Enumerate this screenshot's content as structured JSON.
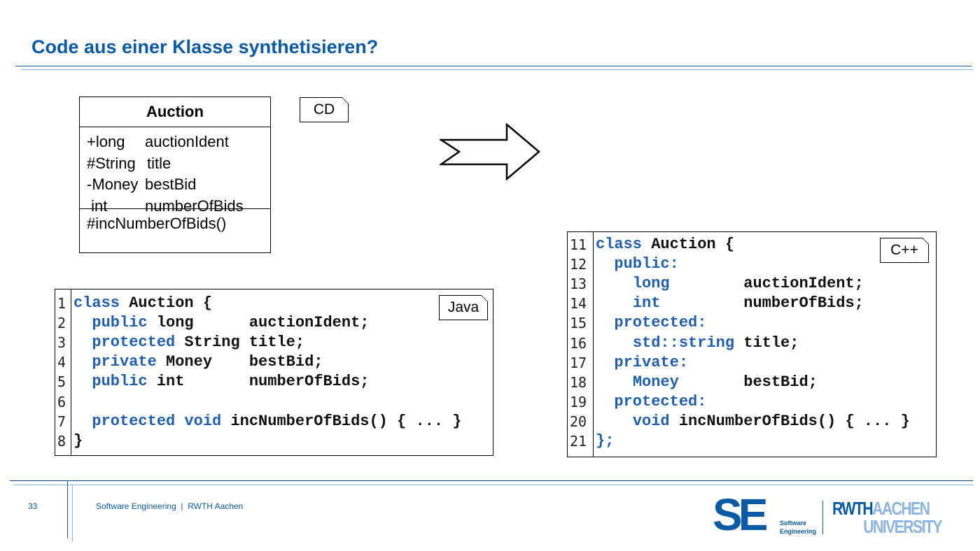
{
  "slide": {
    "title": "Code aus einer Klasse synthetisieren?"
  },
  "uml": {
    "class_name": "Auction",
    "attributes": [
      {
        "vis_type": "+long",
        "name": "auctionIdent"
      },
      {
        "vis_type": "#String",
        "name": "title"
      },
      {
        "vis_type": "-Money",
        "name": "bestBid"
      },
      {
        "vis_type": " int",
        "name": "numberOfBids"
      }
    ],
    "operations": [
      "#incNumberOfBids()"
    ],
    "tag": "CD"
  },
  "java": {
    "tag": "Java",
    "lines": [
      {
        "n": "1",
        "tokens": [
          [
            "kw",
            "class"
          ],
          [
            "p",
            " Auction {"
          ]
        ]
      },
      {
        "n": "2",
        "tokens": [
          [
            "p",
            "  "
          ],
          [
            "kw",
            "public"
          ],
          [
            "p",
            " long      auctionIdent;"
          ]
        ]
      },
      {
        "n": "3",
        "tokens": [
          [
            "p",
            "  "
          ],
          [
            "kw",
            "protected"
          ],
          [
            "p",
            " String title;"
          ]
        ]
      },
      {
        "n": "4",
        "tokens": [
          [
            "p",
            "  "
          ],
          [
            "kw",
            "private"
          ],
          [
            "p",
            " Money    bestBid;"
          ]
        ]
      },
      {
        "n": "5",
        "tokens": [
          [
            "p",
            "  "
          ],
          [
            "kw",
            "public"
          ],
          [
            "p",
            " int       numberOfBids;"
          ]
        ]
      },
      {
        "n": "6",
        "tokens": []
      },
      {
        "n": "7",
        "tokens": [
          [
            "p",
            "  "
          ],
          [
            "kw",
            "protected void"
          ],
          [
            "p",
            " incNumberOfBids() { ... }"
          ]
        ]
      },
      {
        "n": "8",
        "tokens": [
          [
            "p",
            "}"
          ]
        ]
      }
    ]
  },
  "cpp": {
    "tag": "C++",
    "lines": [
      {
        "n": "11",
        "tokens": [
          [
            "kw",
            "class"
          ],
          [
            "p",
            " Auction {"
          ]
        ]
      },
      {
        "n": "12",
        "tokens": [
          [
            "p",
            "  "
          ],
          [
            "kw",
            "public:"
          ]
        ]
      },
      {
        "n": "13",
        "tokens": [
          [
            "p",
            "    "
          ],
          [
            "kw",
            "long"
          ],
          [
            "p",
            "        auctionIdent;"
          ]
        ]
      },
      {
        "n": "14",
        "tokens": [
          [
            "p",
            "    "
          ],
          [
            "kw",
            "int"
          ],
          [
            "p",
            "         numberOfBids;"
          ]
        ]
      },
      {
        "n": "15",
        "tokens": [
          [
            "p",
            "  "
          ],
          [
            "kw",
            "protected:"
          ]
        ]
      },
      {
        "n": "16",
        "tokens": [
          [
            "p",
            "    "
          ],
          [
            "kw",
            "std::string"
          ],
          [
            "p",
            " title;"
          ]
        ]
      },
      {
        "n": "17",
        "tokens": [
          [
            "p",
            "  "
          ],
          [
            "kw",
            "private:"
          ]
        ]
      },
      {
        "n": "18",
        "tokens": [
          [
            "p",
            "    "
          ],
          [
            "kw",
            "Money"
          ],
          [
            "p",
            "       bestBid;"
          ]
        ]
      },
      {
        "n": "19",
        "tokens": [
          [
            "p",
            "  "
          ],
          [
            "kw",
            "protected:"
          ]
        ]
      },
      {
        "n": "20",
        "tokens": [
          [
            "p",
            "    "
          ],
          [
            "kw",
            "void"
          ],
          [
            "p",
            " incNumberOfBids() { ... }"
          ]
        ]
      },
      {
        "n": "21",
        "tokens": [
          [
            "kw",
            "};"
          ]
        ]
      }
    ]
  },
  "footer": {
    "page_number": "33",
    "text": "Software Engineering  |  RWTH Aachen",
    "logo_se": "SE",
    "logo_se_sub1": "Software",
    "logo_se_sub2": "Engineering",
    "logo_rwth": "RWTH",
    "logo_aachen": "AACHEN",
    "logo_university": "UNIVERSITY"
  },
  "colors": {
    "accent": "#0b5aa6",
    "light": "#8cb4e0",
    "keyword": "#1f5fae"
  }
}
